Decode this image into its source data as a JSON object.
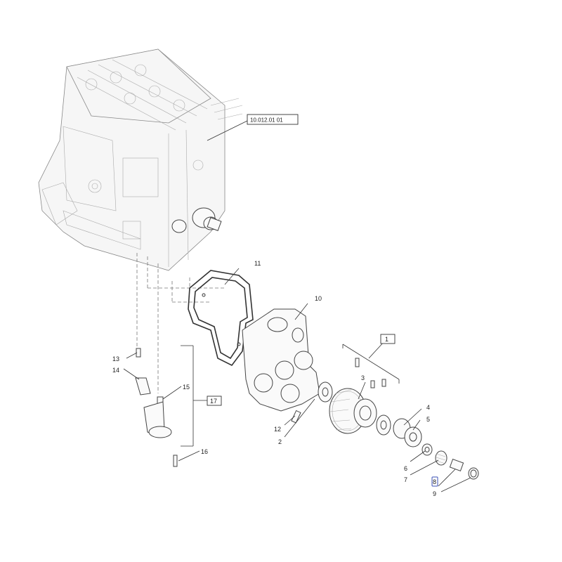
{
  "reference": {
    "label": "10.012.01 01"
  },
  "callouts": {
    "c1": "1",
    "c2": "2",
    "c3": "3",
    "c4": "4",
    "c5": "5",
    "c6": "6",
    "c7": "7",
    "c8": "8",
    "c9": "9",
    "c10": "10",
    "c11": "11",
    "c12": "12",
    "c13": "13",
    "c14": "14",
    "c15": "15",
    "c16": "16",
    "c17": "17"
  },
  "colors": {
    "line": "#333333",
    "part_outline": "#444444",
    "highlight": "#3a4fb5"
  }
}
